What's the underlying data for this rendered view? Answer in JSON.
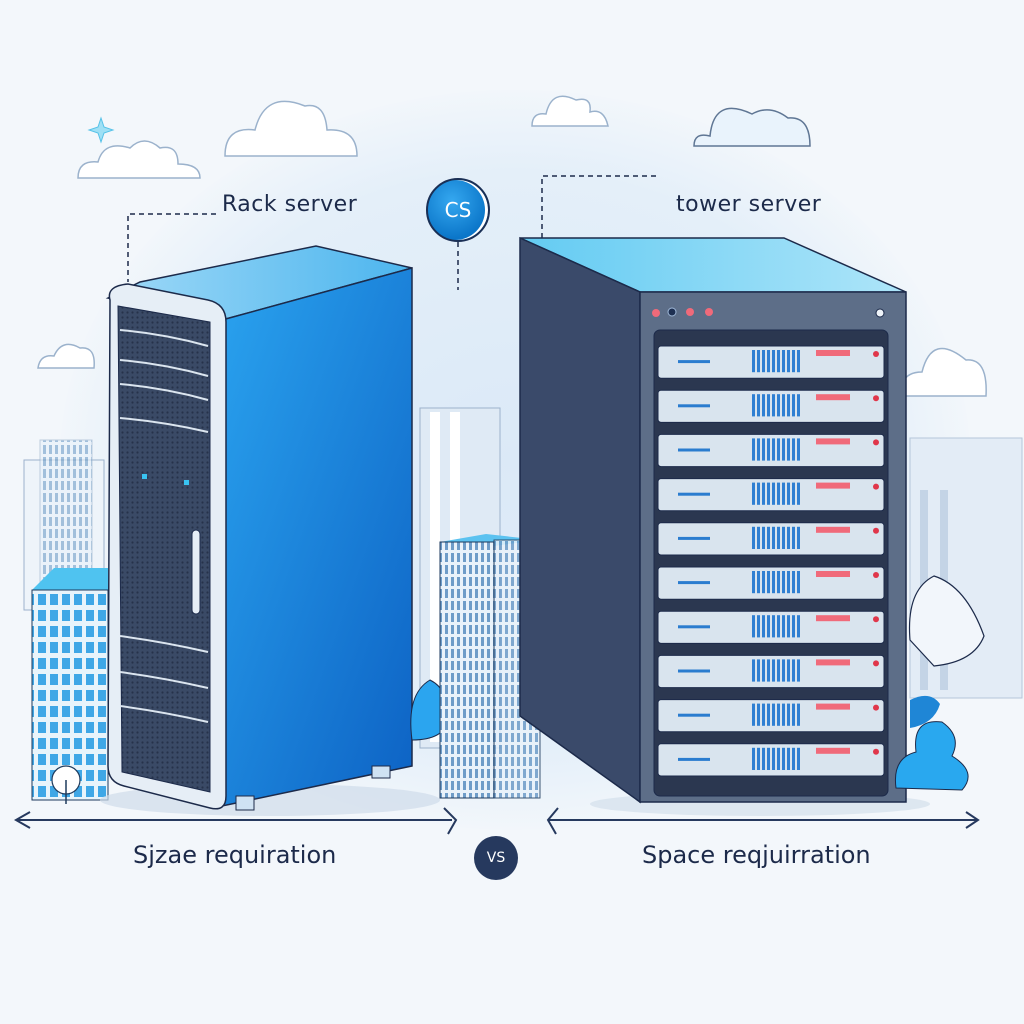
{
  "labels": {
    "rack_title": "Rack server",
    "tower_title": "tower server",
    "badge_top": "CS",
    "badge_bottom": "VS",
    "left_caption": "Sjzae requiration",
    "right_caption": "Space reqjuirration"
  },
  "colors": {
    "rack_body": "#1b86dc",
    "tower_body": "#2f3e5e",
    "accent_blue": "#0b76c9",
    "led_red": "#f06a7a",
    "text_dark": "#1c2a4a"
  },
  "tower_server": {
    "drive_bays": 10,
    "front_leds": 4
  },
  "icons": [
    "cloud-icon",
    "sparkle-icon",
    "building-icon",
    "tree-icon",
    "double-arrow-icon"
  ]
}
